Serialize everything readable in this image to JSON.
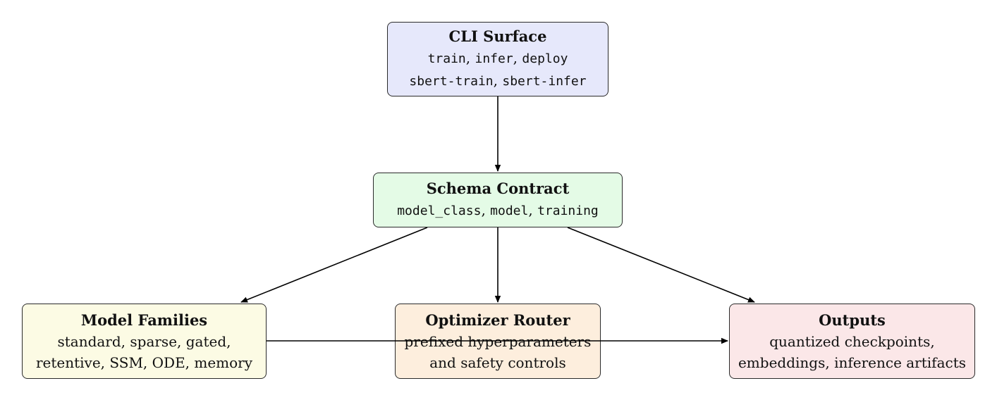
{
  "colors": {
    "cli": "#e6e8fb",
    "schema": "#e4fbe6",
    "families": "#fcfbe4",
    "optimizer": "#fdeedd",
    "outputs": "#fbe7e8",
    "edge": "#000000"
  },
  "nodes": {
    "cli": {
      "title": "CLI Surface",
      "line1": [
        {
          "text": "train",
          "code": true
        },
        {
          "text": ", ",
          "code": false
        },
        {
          "text": "infer",
          "code": true
        },
        {
          "text": ", ",
          "code": false
        },
        {
          "text": "deploy",
          "code": true
        }
      ],
      "line2": [
        {
          "text": "sbert-train",
          "code": true
        },
        {
          "text": ", ",
          "code": false
        },
        {
          "text": "sbert-infer",
          "code": true
        }
      ]
    },
    "schema": {
      "title": "Schema Contract",
      "line1": [
        {
          "text": "model_class",
          "code": true
        },
        {
          "text": ", ",
          "code": false
        },
        {
          "text": "model",
          "code": true
        },
        {
          "text": ", ",
          "code": false
        },
        {
          "text": "training",
          "code": true
        }
      ]
    },
    "families": {
      "title": "Model Families",
      "line1": "standard, sparse, gated,",
      "line2": "retentive, SSM, ODE, memory"
    },
    "optimizer": {
      "title": "Optimizer Router",
      "line1": "prefixed hyperparameters",
      "line2": "and safety controls"
    },
    "outputs": {
      "title": "Outputs",
      "line1": "quantized checkpoints,",
      "line2": "embeddings, inference artifacts"
    }
  },
  "edges": [
    {
      "from": "cli",
      "to": "schema"
    },
    {
      "from": "schema",
      "to": "families"
    },
    {
      "from": "schema",
      "to": "optimizer"
    },
    {
      "from": "schema",
      "to": "outputs"
    },
    {
      "from": "families",
      "to": "outputs"
    }
  ]
}
